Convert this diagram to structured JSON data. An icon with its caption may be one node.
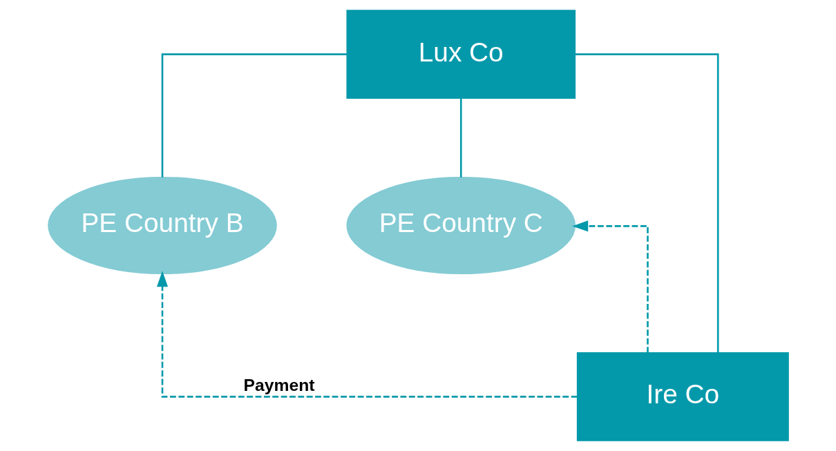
{
  "diagram": {
    "nodes": [
      {
        "text": [
          "Lux Co"
        ]
      },
      {
        "text": [
          "PE Country B"
        ]
      },
      {
        "text": [
          "PE Country C"
        ]
      },
      {
        "text": [
          "Ire Co"
        ]
      }
    ],
    "edges": [
      {
        "from": 0,
        "to": 1,
        "arrow": "none"
      },
      {
        "from": 0,
        "to": 2,
        "arrow": "none"
      },
      {
        "from": 0,
        "to": 3,
        "arrow": "none"
      },
      {
        "from": 3,
        "to": 1,
        "arrow": "to",
        "style": "dashed",
        "label": "Payment"
      },
      {
        "from": 3,
        "to": 2,
        "arrow": "to",
        "style": "dashed"
      }
    ]
  }
}
